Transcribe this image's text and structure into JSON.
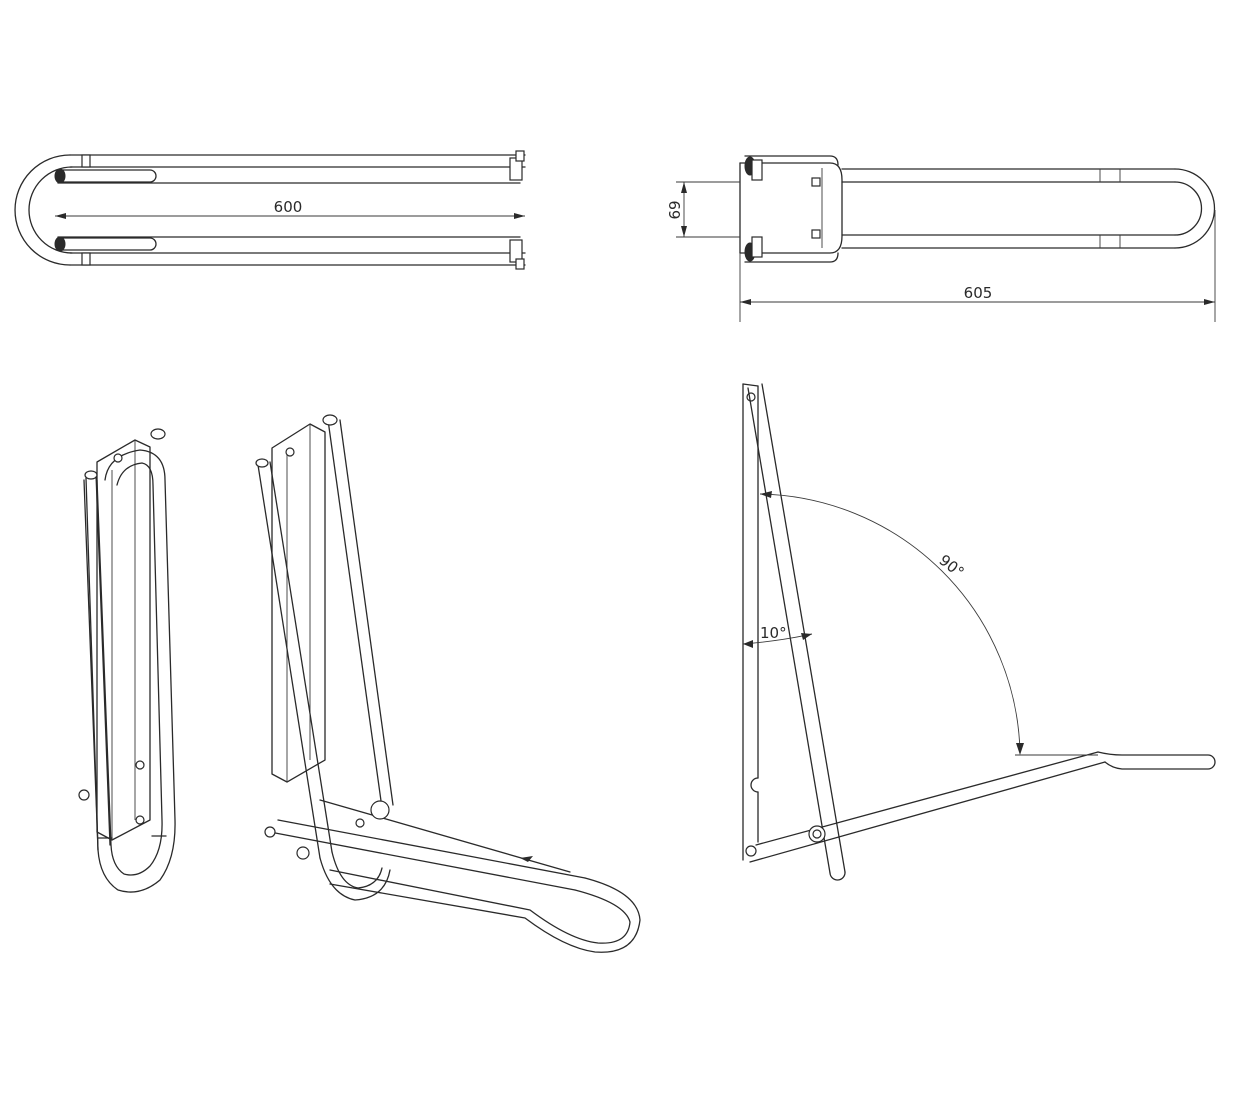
{
  "dimensions": {
    "top_length": "600",
    "side_length": "605",
    "side_height": "69"
  },
  "angles": {
    "tilt": "10°",
    "opening": "90°"
  },
  "colors": {
    "line": "#2a2a2a",
    "background": "#ffffff"
  }
}
